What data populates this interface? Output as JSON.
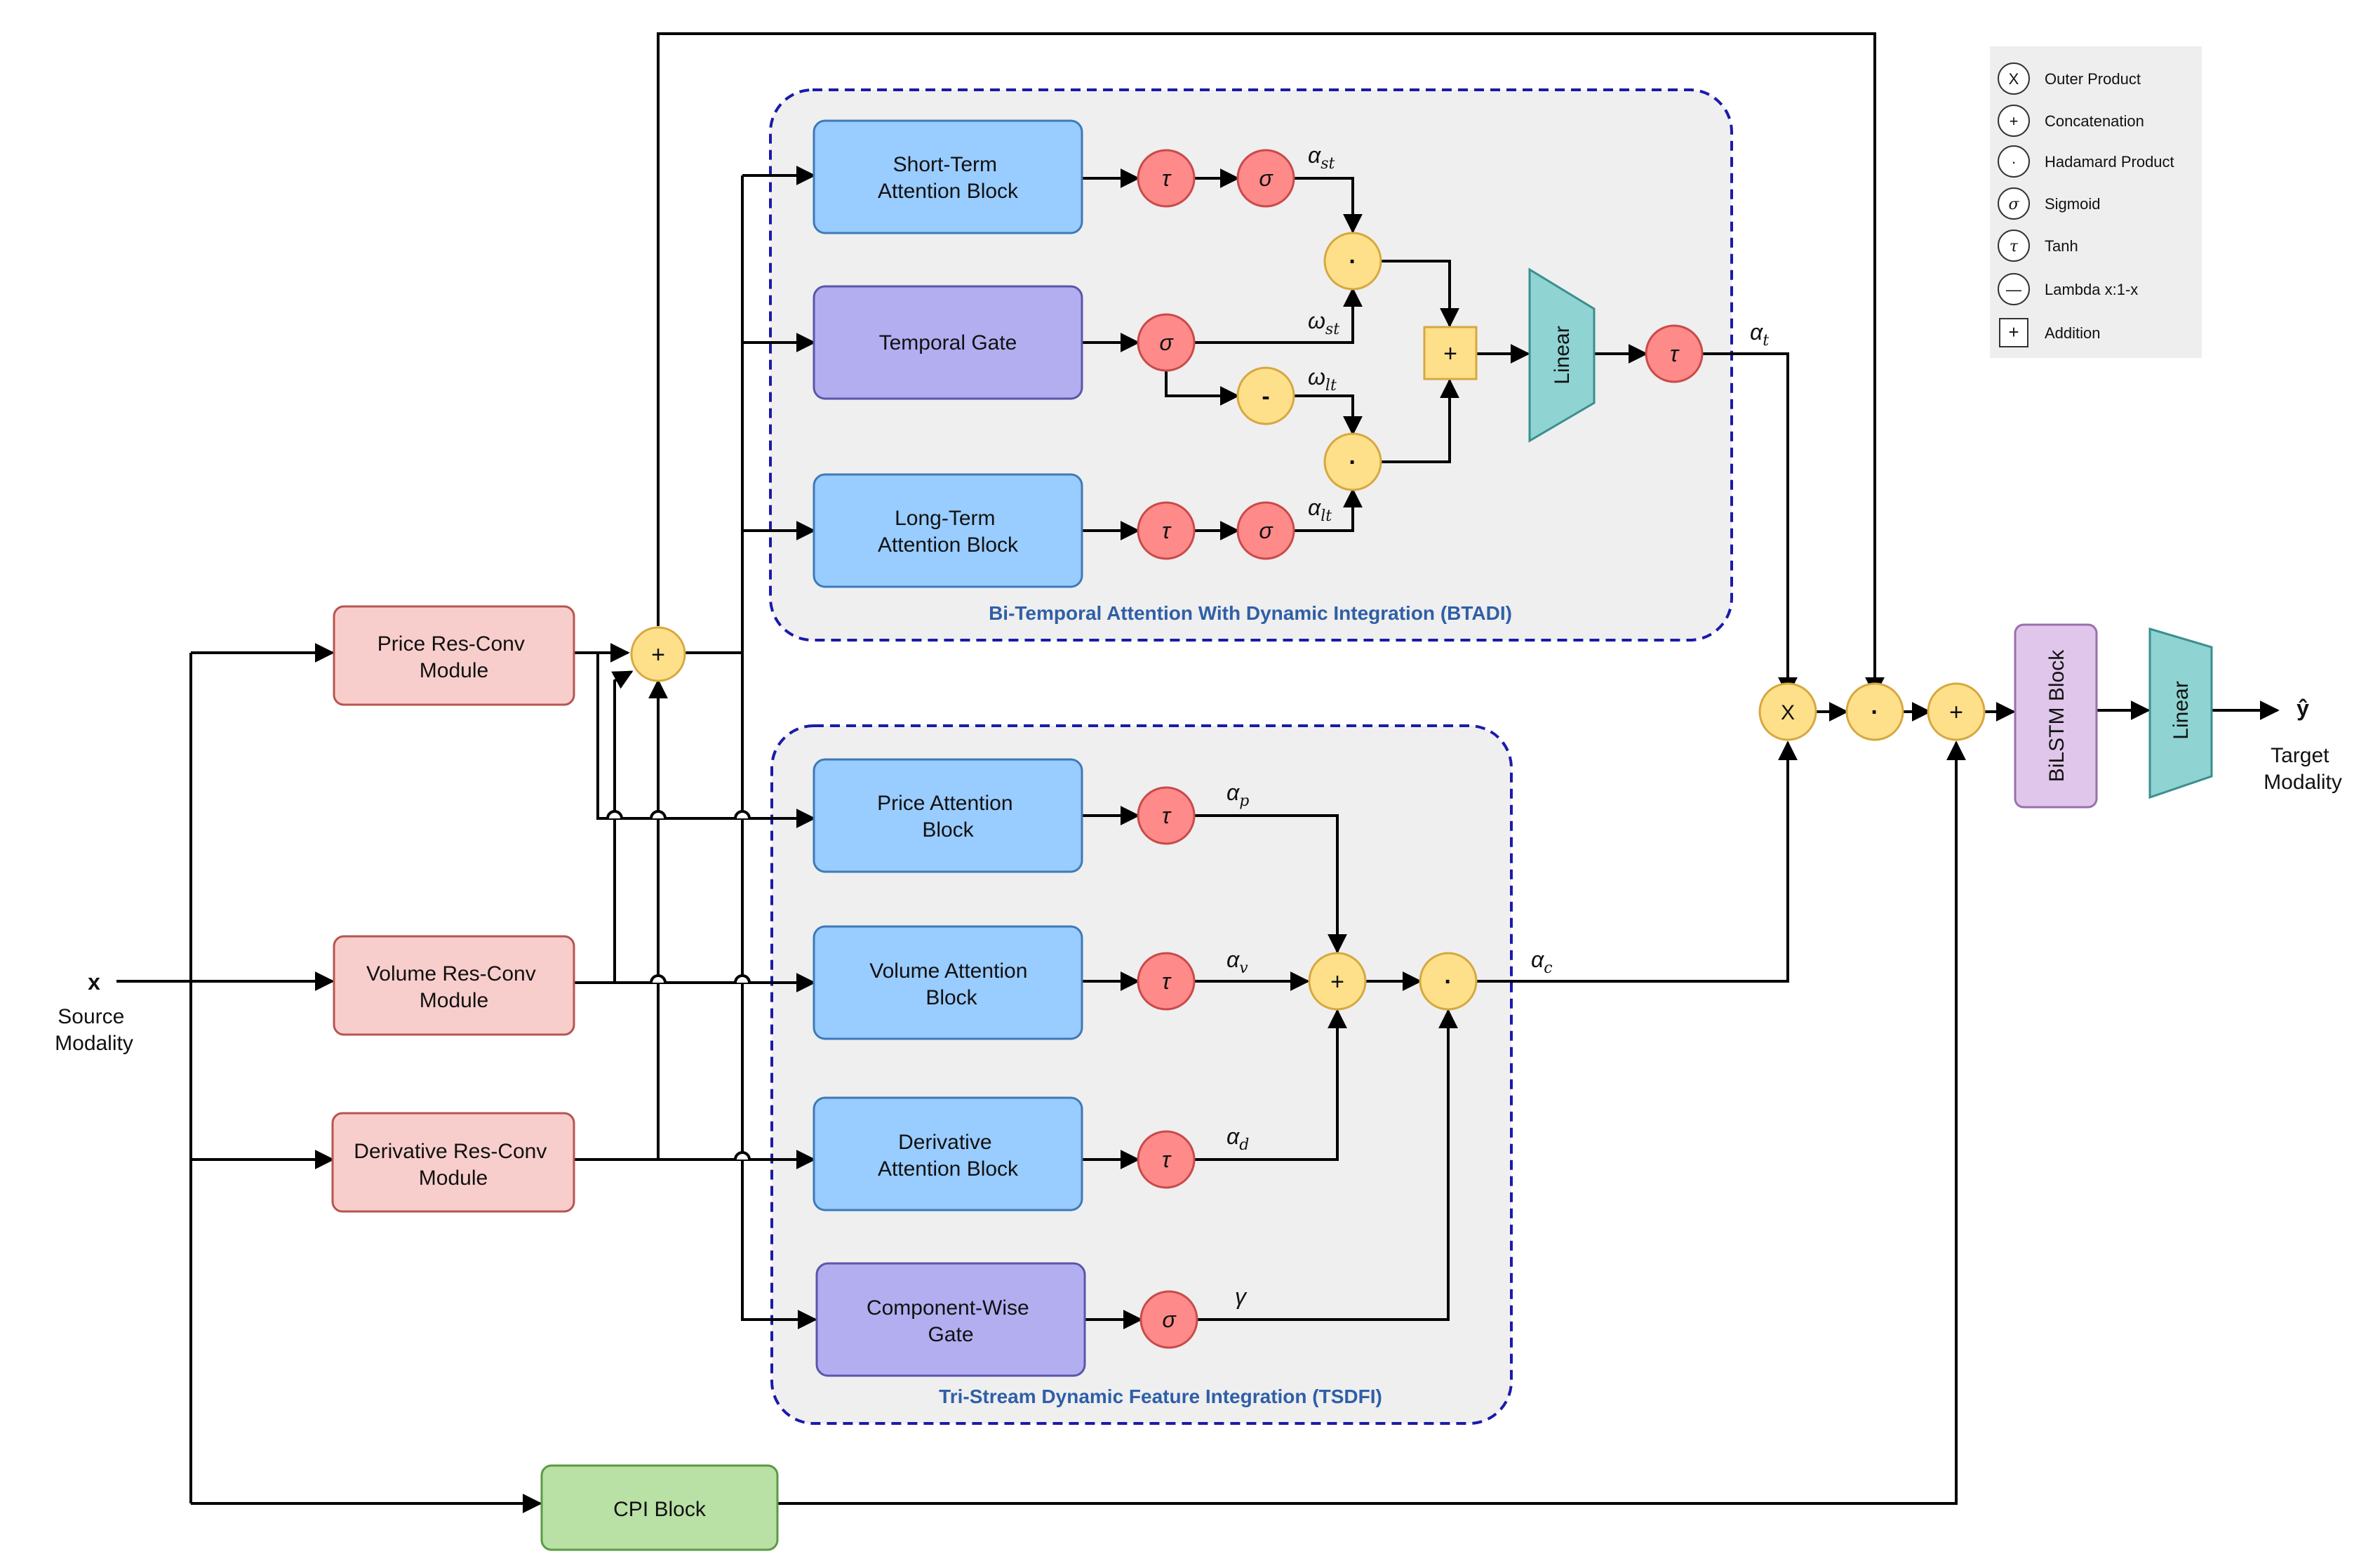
{
  "groups": {
    "btadi": "Bi-Temporal Attention With Dynamic Integration (BTADI)",
    "tsdfi": "Tri-Stream Dynamic Feature Integration (TSDFI)"
  },
  "inputs": {
    "x_symbol": "x",
    "source_line1": "Source",
    "source_line2": "Modality"
  },
  "modules": {
    "price": [
      "Price Res-Conv",
      "Module"
    ],
    "volume": [
      "Volume Res-Conv",
      "Module"
    ],
    "derivative": [
      "Derivative Res-Conv",
      "Module"
    ],
    "cpi": "CPI Block"
  },
  "btadi_blocks": {
    "short_term": [
      "Short-Term",
      "Attention Block"
    ],
    "temporal_gate": "Temporal Gate",
    "long_term": [
      "Long-Term",
      "Attention Block"
    ]
  },
  "tsdfi_blocks": {
    "price_attn": [
      "Price Attention",
      "Block"
    ],
    "volume_attn": [
      "Volume Attention",
      "Block"
    ],
    "derivative_attn": [
      "Derivative",
      "Attention Block"
    ],
    "component_gate": [
      "Component-Wise",
      "Gate"
    ]
  },
  "output": {
    "linear_label": "Linear",
    "bilstm_label": "BiLSTM Block",
    "y_hat": "ŷ",
    "target_line1": "Target",
    "target_line2": "Modality"
  },
  "symbols": {
    "tau": "τ",
    "sigma": "σ",
    "plus": "+",
    "dot": "·",
    "minus": "-",
    "outer": "X",
    "alpha": "α",
    "omega": "ω",
    "gamma": "γ",
    "sub_st": "st",
    "sub_lt": "lt",
    "sub_t": "t",
    "sub_p": "p",
    "sub_v": "v",
    "sub_d": "d",
    "sub_c": "c"
  },
  "legend": {
    "items": [
      {
        "symbol": "X",
        "label": "Outer Product",
        "shape": "circle"
      },
      {
        "symbol": "+",
        "label": "Concatenation",
        "shape": "circle"
      },
      {
        "symbol": "·",
        "label": "Hadamard Product",
        "shape": "circle"
      },
      {
        "symbol": "σ",
        "label": "Sigmoid",
        "shape": "circle"
      },
      {
        "symbol": "τ",
        "label": "Tanh",
        "shape": "circle"
      },
      {
        "symbol": "—",
        "label": "Lambda x:1-x",
        "shape": "circle"
      },
      {
        "symbol": "+",
        "label": "Addition",
        "shape": "square"
      }
    ]
  },
  "colors": {
    "module_fill": "#f8cecc",
    "module_stroke": "#b85450",
    "attn_fill": "#99ccff",
    "attn_stroke": "#3d7ab8",
    "gate_fill": "#b2aef0",
    "gate_stroke": "#5b56a8",
    "cpi_fill": "#b9e0a5",
    "cpi_stroke": "#5a9a44",
    "red_op_fill": "#ff8a8a",
    "red_op_stroke": "#c94a4a",
    "yellow_op_fill": "#ffe08a",
    "yellow_op_stroke": "#d6a840",
    "linear_fill": "#8fd3d3",
    "linear_stroke": "#3a8f8f",
    "bilstm_fill": "#e0c6ea",
    "bilstm_stroke": "#9a6fae",
    "group_fill": "#efefef",
    "group_stroke": "#1a1aaa",
    "title_color": "#2f5fa7"
  }
}
